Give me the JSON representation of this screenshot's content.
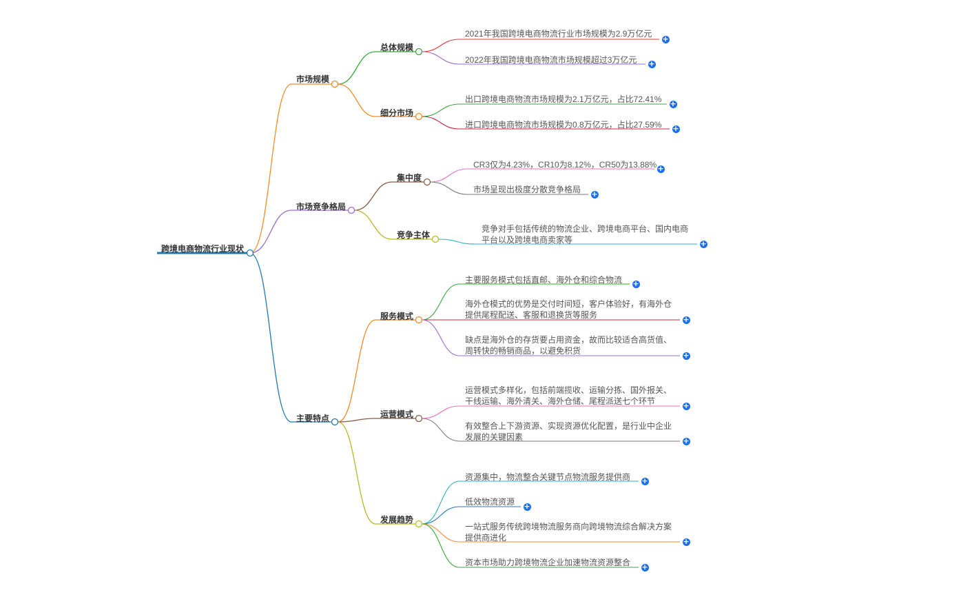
{
  "mindmap": {
    "root": "跨境电商物流行业现状",
    "branches": [
      {
        "label": "市场规模",
        "color": "#f08a24",
        "children": [
          {
            "label": "总体规模",
            "color": "#3aa53a",
            "leaves": [
              {
                "text": "2021年我国跨境电商物流行业市场规模为2.9万亿元",
                "color": "#d93a3a"
              },
              {
                "text": "2022年我国跨境电商物流市场规模超过3万亿元",
                "color": "#9b6bc9"
              }
            ]
          },
          {
            "label": "细分市场",
            "color": "#f08a24",
            "leaves": [
              {
                "text": "出口跨境电商物流市场规模为2.1万亿元，占比72.41%",
                "color": "#3aa53a"
              },
              {
                "text": "进口跨境电商物流市场规模为0.8万亿元，占比27.59%",
                "color": "#c8283a"
              }
            ]
          }
        ]
      },
      {
        "label": "市场竞争格局",
        "color": "#9b6bc9",
        "children": [
          {
            "label": "集中度",
            "color": "#8a5a44",
            "leaves": [
              {
                "text": "CR3仅为4.23%，CR10为8.12%，CR50为13.88%",
                "color": "#e66fc0"
              },
              {
                "text": "市场呈现出极度分散竞争格局",
                "color": "#7a7a7a"
              }
            ]
          },
          {
            "label": "竞争主体",
            "color": "#b8b820",
            "leaves": [
              {
                "lines": [
                  "竞争对手包括传统的物流企业、跨境电商平台、国内电商",
                  "平台以及跨境电商卖家等"
                ],
                "color": "#22b4c8"
              }
            ]
          }
        ]
      },
      {
        "label": "主要特点",
        "color": "#1f78b4",
        "children": [
          {
            "label": "服务模式",
            "color": "#f08a24",
            "leaves": [
              {
                "text": "主要服务模式包括直邮、海外仓和综合物流",
                "color": "#3aa53a"
              },
              {
                "lines": [
                  "海外仓模式的优势是交付时间短，客户体验好，有海外仓",
                  "提供尾程配送、客服和退换货等服务"
                ],
                "color": "#c8283a"
              },
              {
                "lines": [
                  "缺点是海外仓的存货要占用资金，故而比较适合高货值、",
                  "周转快的畅销商品，以避免积货"
                ],
                "color": "#9b6bc9"
              }
            ]
          },
          {
            "label": "运营模式",
            "color": "#8a5a44",
            "leaves": [
              {
                "lines": [
                  "运营模式多样化，包括前端揽收、运输分拣、国外报关、",
                  "干线运输、海外清关、海外仓储、尾程派送七个环节"
                ],
                "color": "#e66fc0"
              },
              {
                "lines": [
                  "有效整合上下游资源、实现资源优化配置，是行业中企业",
                  "发展的关键因素"
                ],
                "color": "#7a7a7a"
              }
            ]
          },
          {
            "label": "发展趋势",
            "color": "#b8b820",
            "leaves": [
              {
                "text": "资源集中，物流整合关键节点物流服务提供商",
                "color": "#22b4c8"
              },
              {
                "text": "低效物流资源",
                "color": "#1f78b4"
              },
              {
                "lines": [
                  "一站式服务传统跨境物流服务商向跨境物流综合解决方案",
                  "提供商进化"
                ],
                "color": "#f08a24"
              },
              {
                "text": "资本市场助力跨境物流企业加速物流资源整合",
                "color": "#3aa53a"
              }
            ]
          }
        ]
      }
    ],
    "expand_symbol": "+",
    "root_color": "#1f78b4"
  }
}
